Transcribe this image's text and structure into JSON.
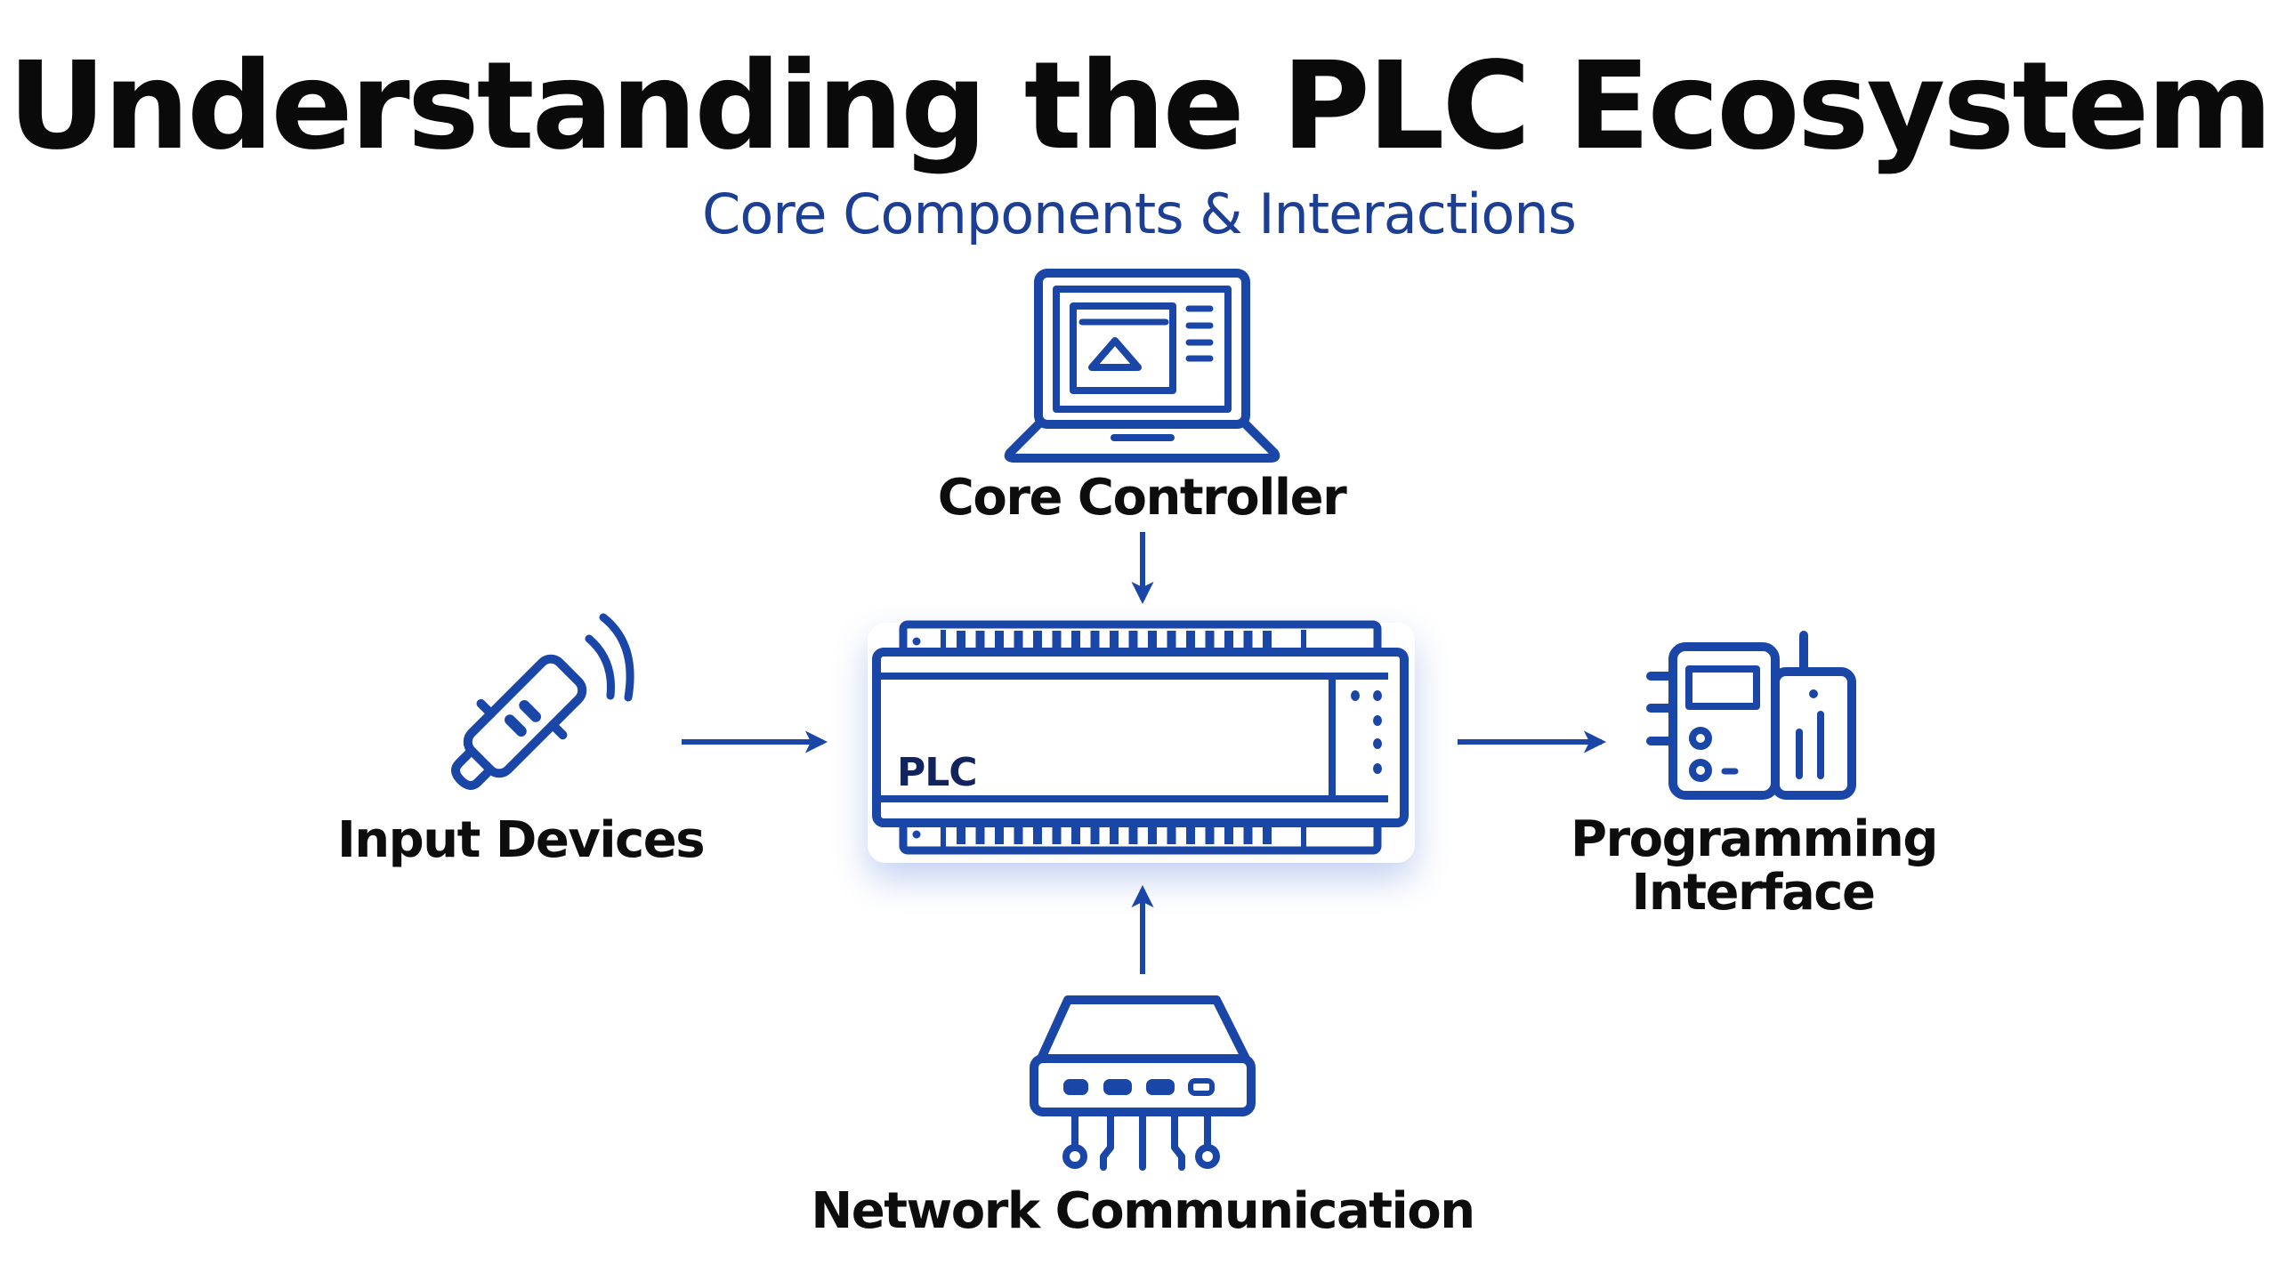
{
  "header": {
    "title": "Understanding the PLC Ecosystem",
    "subtitle": "Core Components & Interactions"
  },
  "colors": {
    "stroke_blue": "#1a46a8",
    "subtitle_navy": "#1c3f94",
    "text": "#0d0d0d",
    "background": "#ffffff"
  },
  "nodes": {
    "core_controller": {
      "label": "Core Controller",
      "icon": "laptop-icon"
    },
    "plc": {
      "label": "PLC",
      "icon": "plc-module-icon"
    },
    "input_devices": {
      "label": "Input Devices",
      "icon": "sensor-icon"
    },
    "programming_interface": {
      "label_line1": "Programming",
      "label_line2": "Interface",
      "icon": "handheld-programmer-icon"
    },
    "network_communication": {
      "label": "Network Communication",
      "icon": "network-switch-icon"
    }
  },
  "edges": [
    {
      "from": "core_controller",
      "to": "plc",
      "direction": "down"
    },
    {
      "from": "input_devices",
      "to": "plc",
      "direction": "right"
    },
    {
      "from": "plc",
      "to": "programming_interface",
      "direction": "right"
    },
    {
      "from": "network_communication",
      "to": "plc",
      "direction": "up"
    }
  ]
}
